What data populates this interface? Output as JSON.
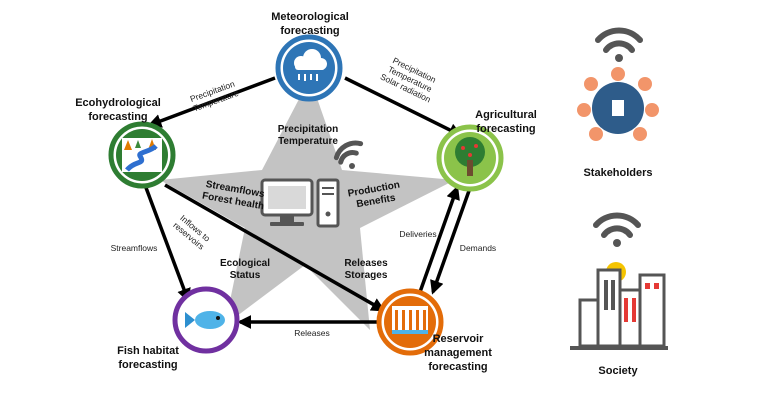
{
  "nodes": {
    "meteorological": [
      "Meteorological",
      "forecasting"
    ],
    "ecohydrological": [
      "Ecohydrological",
      "forecasting"
    ],
    "agricultural": [
      "Agricultural",
      "forecasting"
    ],
    "fish": [
      "Fish habitat",
      "forecasting"
    ],
    "reservoir": [
      "Reservoir",
      "management",
      "forecasting"
    ]
  },
  "edges": {
    "met_to_eco": [
      "Precipitation",
      "Temperature"
    ],
    "met_to_agri": [
      "Precipitation",
      "Temperature",
      "Solar radiation"
    ],
    "eco_to_fish": "Streamflows",
    "eco_to_res": [
      "Inflows to",
      "reservoirs"
    ],
    "res_to_fish": "Releases",
    "res_to_agri": "Deliveries",
    "agri_to_res": "Demands"
  },
  "center": {
    "top": [
      "Precipitation",
      "Temperature"
    ],
    "left": [
      "Streamflows",
      "Forest health"
    ],
    "right": [
      "Production",
      "Benefits"
    ],
    "bottom_left": [
      "Ecological",
      "Status"
    ],
    "bottom_right": [
      "Releases",
      "Storages"
    ]
  },
  "right_panel": {
    "stakeholders": "Stakeholders",
    "society": "Society"
  },
  "colors": {
    "meteorological": "#2e75b6",
    "ecohydrological": "#2e7d32",
    "agricultural": "#8bc34a",
    "fish": "#7030a0",
    "reservoir": "#e36c09",
    "star": "#bdbdbd",
    "arrow": "#000000"
  }
}
